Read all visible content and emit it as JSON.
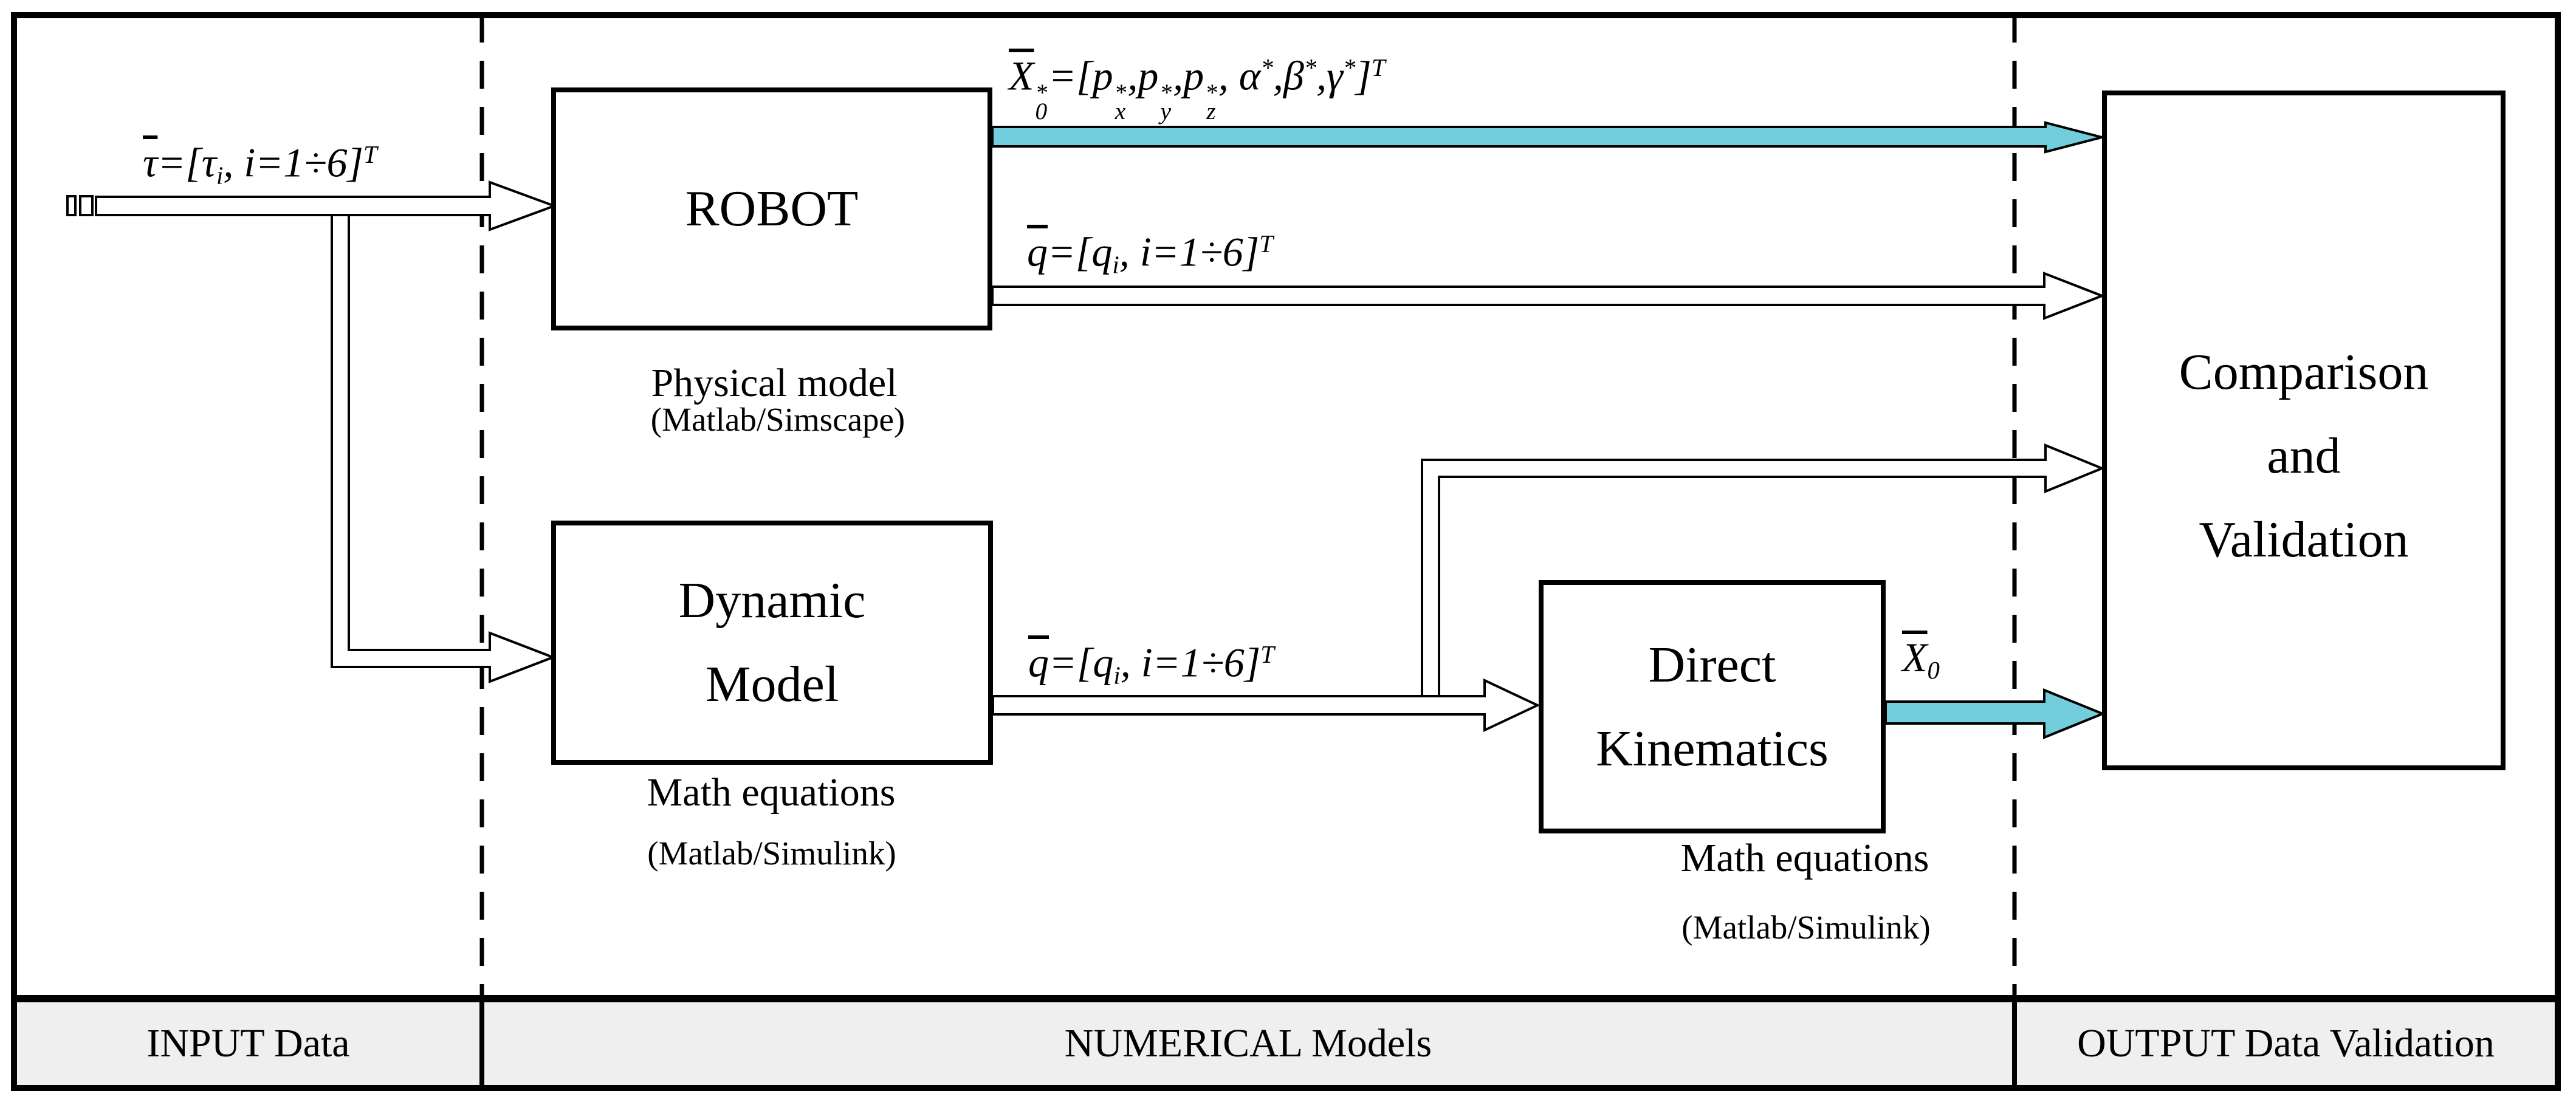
{
  "boxes": {
    "robot": {
      "label": "ROBOT",
      "caption1": "Physical model",
      "caption2": "(Matlab/Simscape)"
    },
    "dynamic": {
      "line1": "Dynamic",
      "line2": "Model",
      "caption1": "Math equations",
      "caption2": "(Matlab/Simulink)"
    },
    "kinematics": {
      "line1": "Direct",
      "line2": "Kinematics",
      "caption1": "Math equations",
      "caption2": "(Matlab/Simulink)"
    },
    "comparison": {
      "line1": "Comparison",
      "line2": "and",
      "line3": "Validation"
    }
  },
  "formulas": {
    "tau": [
      {
        "s": "o",
        "t": "τ"
      },
      {
        "s": "n",
        "t": "=[τ"
      },
      {
        "s": "sub",
        "t": "i"
      },
      {
        "s": "n",
        "t": ", i=1÷6]"
      },
      {
        "s": "sup",
        "t": "T"
      }
    ],
    "x0_star": [
      {
        "s": "o",
        "t": "X"
      },
      {
        "s": "ss",
        "sup": "*",
        "sub": "0"
      },
      {
        "s": "n",
        "t": "=["
      },
      {
        "s": "n",
        "t": "p"
      },
      {
        "s": "ss",
        "sup": "*",
        "sub": "x"
      },
      {
        "s": "n",
        "t": ","
      },
      {
        "s": "n",
        "t": "p"
      },
      {
        "s": "ss",
        "sup": "*",
        "sub": "y"
      },
      {
        "s": "n",
        "t": ","
      },
      {
        "s": "n",
        "t": "p"
      },
      {
        "s": "ss",
        "sup": "*",
        "sub": "z"
      },
      {
        "s": "n",
        "t": ", α"
      },
      {
        "s": "sup",
        "t": "*"
      },
      {
        "s": "n",
        "t": ",β"
      },
      {
        "s": "sup",
        "t": "*"
      },
      {
        "s": "n",
        "t": ",γ"
      },
      {
        "s": "sup",
        "t": "*"
      },
      {
        "s": "n",
        "t": "]"
      },
      {
        "s": "sup",
        "t": "T"
      }
    ],
    "q_robot": [
      {
        "s": "o",
        "t": "q"
      },
      {
        "s": "n",
        "t": "=[q"
      },
      {
        "s": "sub",
        "t": "i"
      },
      {
        "s": "n",
        "t": ", i=1÷6]"
      },
      {
        "s": "sup",
        "t": "T"
      }
    ],
    "q_dynamic": [
      {
        "s": "o",
        "t": "q"
      },
      {
        "s": "n",
        "t": "=[q"
      },
      {
        "s": "sub",
        "t": "i"
      },
      {
        "s": "n",
        "t": ", i=1÷6]"
      },
      {
        "s": "sup",
        "t": "T"
      }
    ],
    "x0": [
      {
        "s": "o",
        "t": "X"
      },
      {
        "s": "sub",
        "t": "0"
      }
    ]
  },
  "footer": {
    "input": "INPUT Data",
    "numerical": "NUMERICAL Models",
    "output": "OUTPUT Data Validation"
  },
  "colors": {
    "arrow_cyan": "#72cedc",
    "band_bg": "#efefef",
    "line": "#000000"
  }
}
